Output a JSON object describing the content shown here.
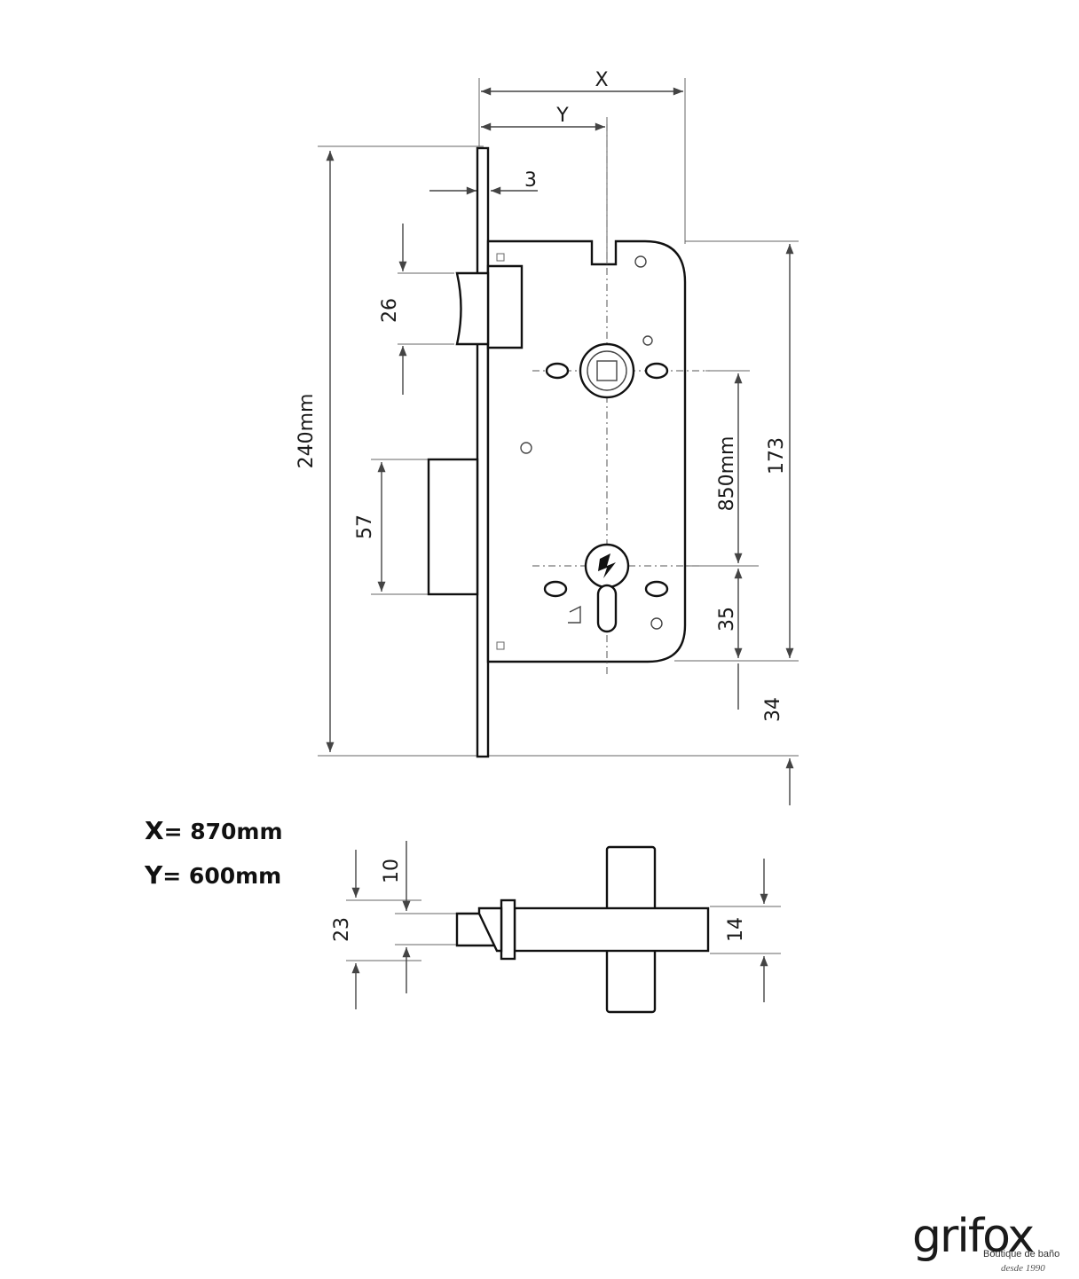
{
  "dimensions": {
    "x_label": "X",
    "y_label": "Y",
    "front_thickness": "3",
    "latch_height": "26",
    "total_height": "240mm",
    "bolt_height": "57",
    "case_height": "173",
    "handle_to_key": "850mm",
    "key_to_case_bottom": "35",
    "case_to_front_end": "34"
  },
  "bottom_view": {
    "dim_10": "10",
    "dim_23": "23",
    "dim_14": "14"
  },
  "legend": {
    "x_key": "X",
    "x_value": "= 870mm",
    "y_key": "Y",
    "y_value": "= 600mm"
  },
  "logo": {
    "wordmark": "grifox",
    "tagline": "Boutique de baño",
    "since": "desde 1990"
  }
}
